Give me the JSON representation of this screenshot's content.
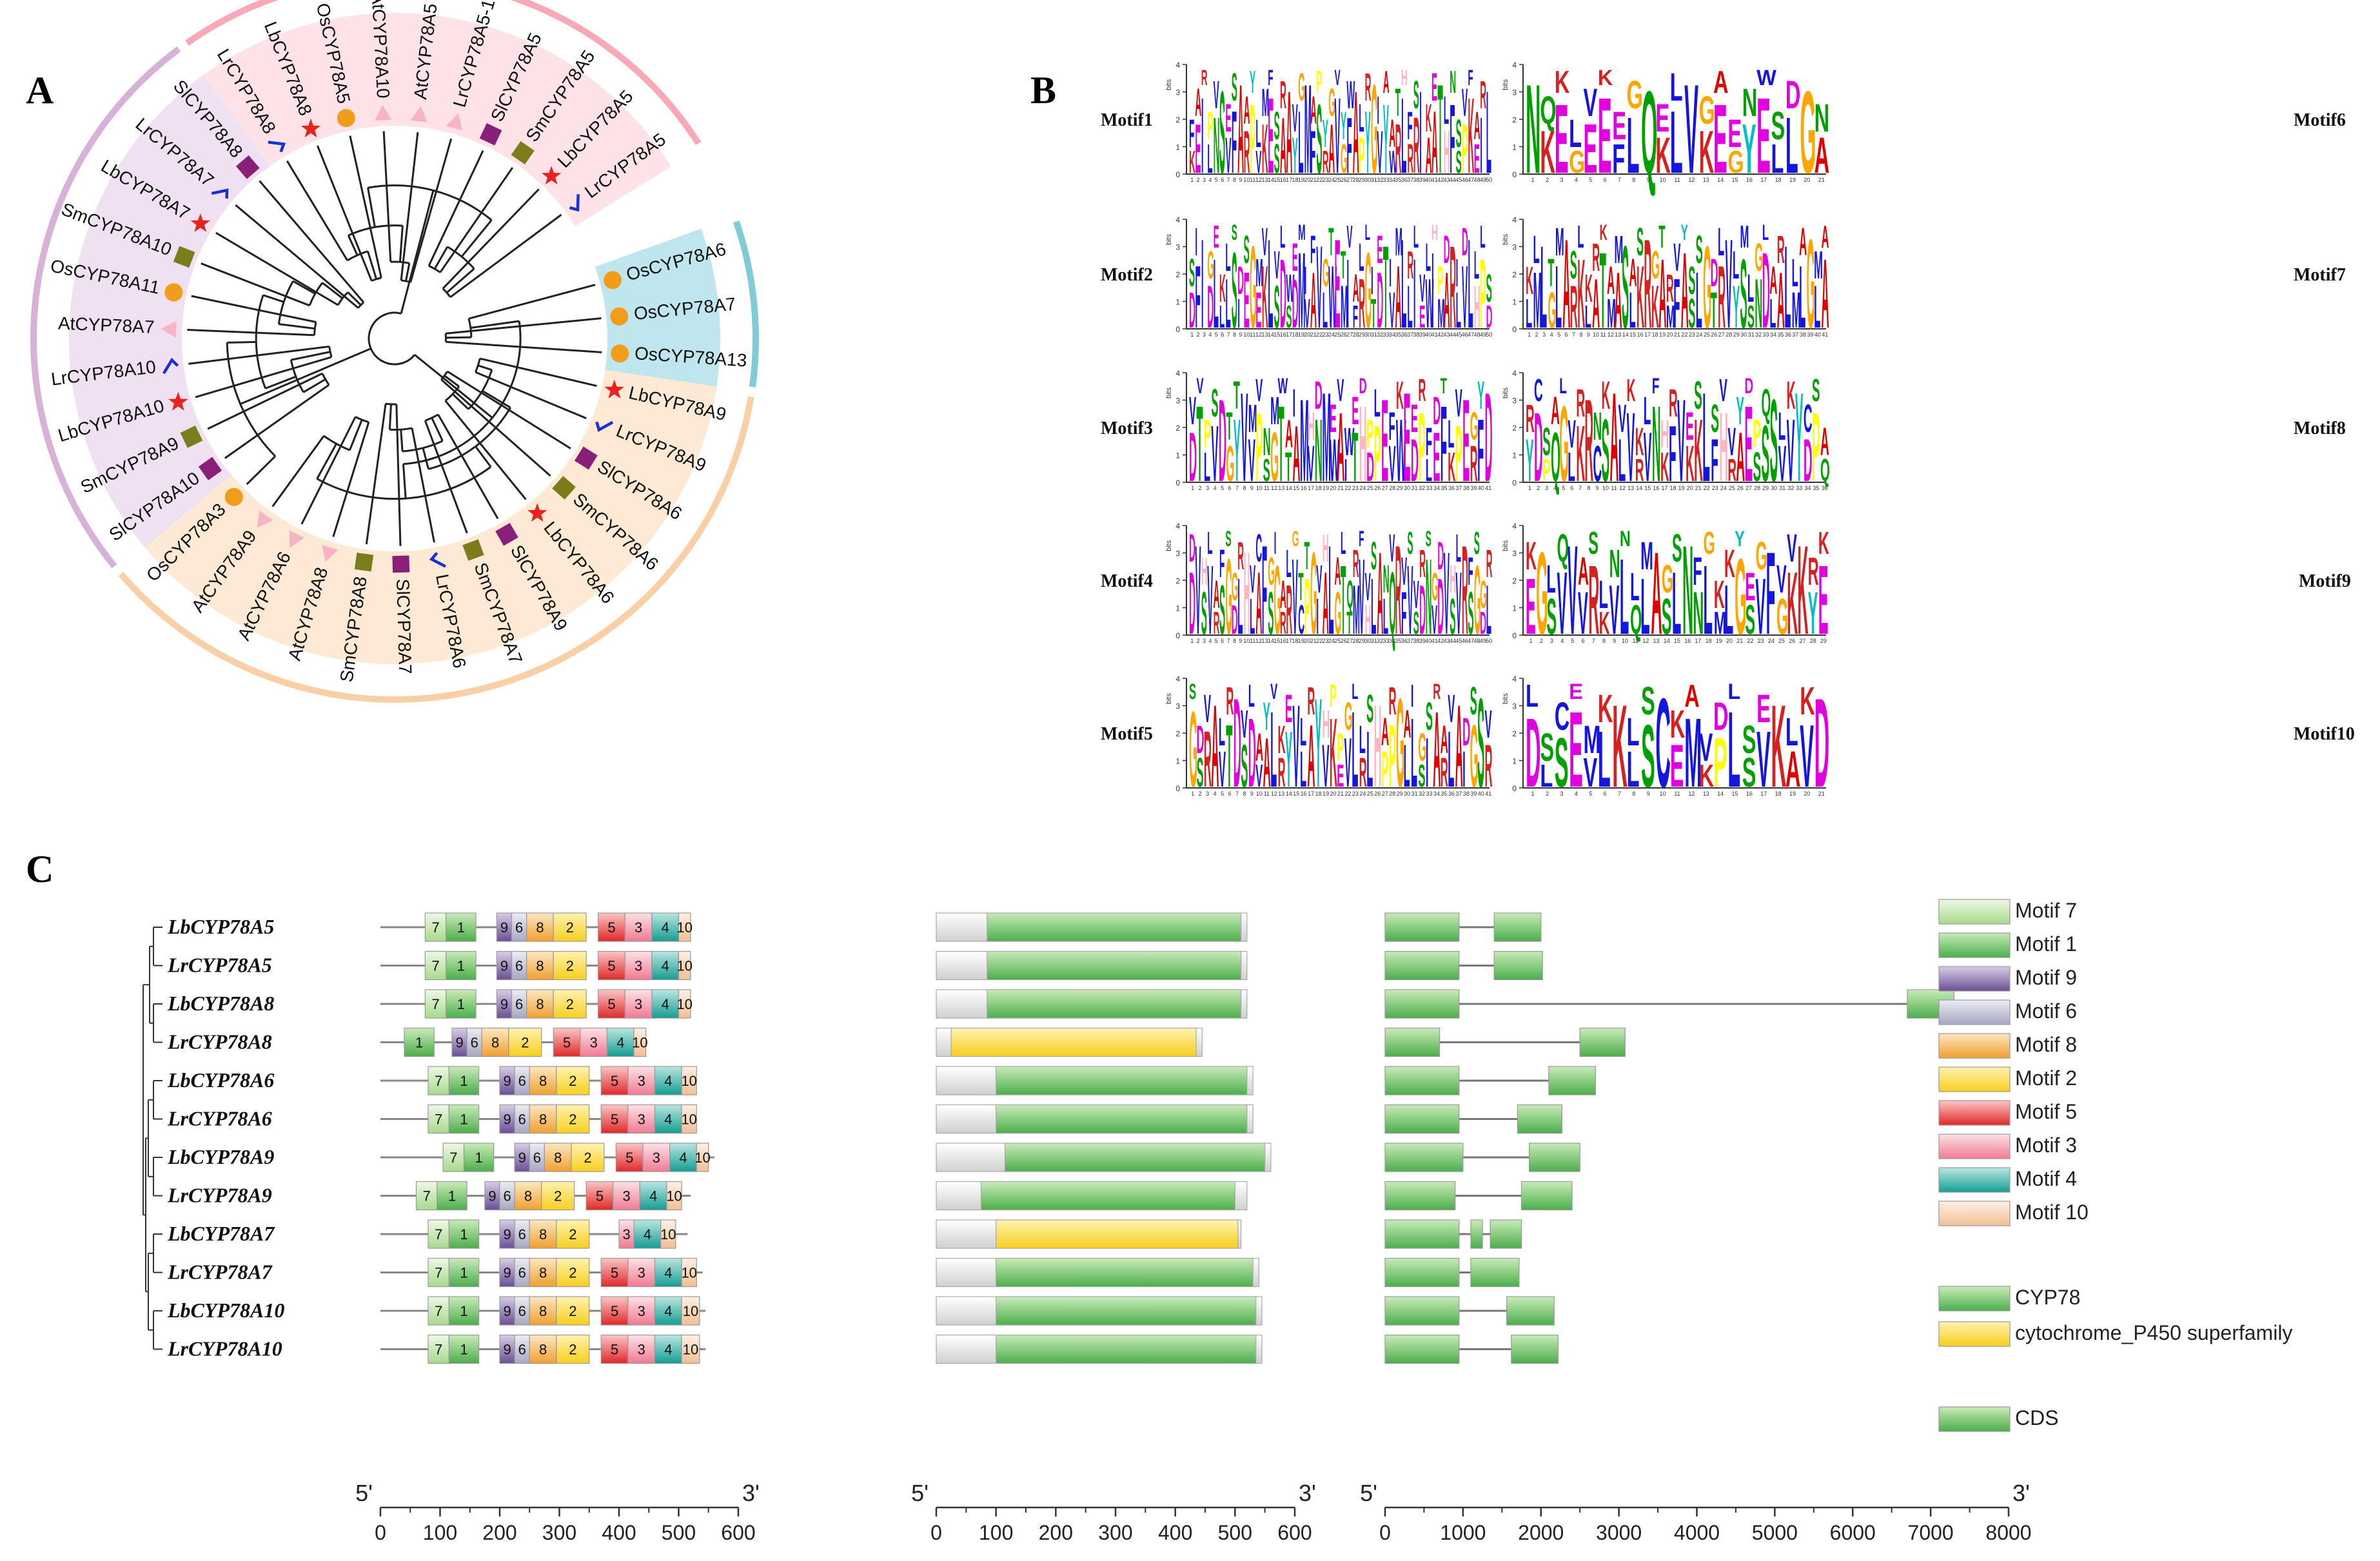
{
  "panels": {
    "a": "A",
    "b": "B",
    "c": "C"
  },
  "tree": {
    "leaves": [
      {
        "name": "OsCYP78A6",
        "marker": "circle",
        "sp": "Os"
      },
      {
        "name": "OsCYP78A7",
        "marker": "circle",
        "sp": "Os"
      },
      {
        "name": "OsCYP78A13",
        "marker": "circle",
        "sp": "Os"
      },
      {
        "name": "LbCYP78A9",
        "marker": "star",
        "sp": "Lb"
      },
      {
        "name": "LrCYP78A9",
        "marker": "check",
        "sp": "Lr"
      },
      {
        "name": "SlCYP78A6",
        "marker": "square",
        "sp": "Sl"
      },
      {
        "name": "SmCYP78A6",
        "marker": "squareolive",
        "sp": "Sm"
      },
      {
        "name": "LbCYP78A6",
        "marker": "star",
        "sp": "Lb"
      },
      {
        "name": "SlCYP78A9",
        "marker": "square",
        "sp": "Sl"
      },
      {
        "name": "SmCYP78A7",
        "marker": "squareolive",
        "sp": "Sm"
      },
      {
        "name": "LrCYP78A6",
        "marker": "check",
        "sp": "Lr"
      },
      {
        "name": "SlCYP78A7",
        "marker": "square",
        "sp": "Sl"
      },
      {
        "name": "SmCYP78A8",
        "marker": "squareolive",
        "sp": "Sm"
      },
      {
        "name": "AtCYP78A8",
        "marker": "triangle",
        "sp": "At"
      },
      {
        "name": "AtCYP78A6",
        "marker": "triangle",
        "sp": "At"
      },
      {
        "name": "AtCYP78A9",
        "marker": "triangle",
        "sp": "At"
      },
      {
        "name": "OsCYP78A3",
        "marker": "circle",
        "sp": "Os"
      },
      {
        "name": "SlCYP78A10",
        "marker": "square",
        "sp": "Sl"
      },
      {
        "name": "SmCYP78A9",
        "marker": "squareolive",
        "sp": "Sm"
      },
      {
        "name": "LbCYP78A10",
        "marker": "star",
        "sp": "Lb"
      },
      {
        "name": "LrCYP78A10",
        "marker": "check",
        "sp": "Lr"
      },
      {
        "name": "AtCYP78A7",
        "marker": "triangle",
        "sp": "At"
      },
      {
        "name": "OsCYP78A11",
        "marker": "circle",
        "sp": "Os"
      },
      {
        "name": "SmCYP78A10",
        "marker": "squareolive",
        "sp": "Sm"
      },
      {
        "name": "LbCYP78A7",
        "marker": "star",
        "sp": "Lb"
      },
      {
        "name": "LrCYP78A7",
        "marker": "check",
        "sp": "Lr"
      },
      {
        "name": "SlCYP78A8",
        "marker": "square",
        "sp": "Sl"
      },
      {
        "name": "LrCYP78A8",
        "marker": "check",
        "sp": "Lr"
      },
      {
        "name": "LbCYP78A8",
        "marker": "star",
        "sp": "Lb"
      },
      {
        "name": "OsCYP78A5",
        "marker": "circle",
        "sp": "Os"
      },
      {
        "name": "AtCYP78A10",
        "marker": "triangle",
        "sp": "At"
      },
      {
        "name": "AtCYP78A5",
        "marker": "triangle",
        "sp": "At"
      },
      {
        "name": "LrCYP78A5-1",
        "marker": "triangle",
        "sp": "Lr"
      },
      {
        "name": "SlCYP78A5",
        "marker": "square",
        "sp": "Sl"
      },
      {
        "name": "SmCYP78A5",
        "marker": "squareolive",
        "sp": "Sm"
      },
      {
        "name": "LbCYP78A5",
        "marker": "star",
        "sp": "Lb"
      },
      {
        "name": "LrCYP78A5",
        "marker": "check",
        "sp": "Lr"
      }
    ]
  },
  "motifs": [
    {
      "label": "Motif1",
      "seq": "KEIL NSVFA RPVKES AAYLMFSR AVGFAPYGV YWRLRR IAATHFSP",
      "len": 50
    },
    {
      "label": "Motif2",
      "seq": "DFIDLLL SIEGEKLSDSDMVA VLWEMIFRGTDT VALLIEWIMARLVLHP",
      "len": 50
    },
    {
      "label": "Motif3",
      "seq": "DTLVDGY VVPSGTT AMVNMWAI THDPEVWEDPLEFKPERF",
      "len": 41
    },
    {
      "label": "Motif4",
      "seq": "DVSVRSGDL HLAFSGRRVCPGIA LGTTMVHLALQRFVSDNV",
      "len": 50
    },
    {
      "label": "Motif5",
      "seq": "GSRAVTDSDVALRY VLAYVKEVLRLHPPG LLSIARLAI",
      "len": 41
    },
    {
      "label": "Motif6",
      "seq": "NKEGEEFLQKLVKEGYELLGAENWSDH",
      "len": 21
    },
    {
      "label": "Motif7",
      "seq": "LMLGLARKLATMASLKRKAMFASLGTRVYSSNDLA",
      "len": 41
    },
    {
      "label": "Motif8",
      "seq": "YDPQGLKRCSALVRVNKFVKKLFHRAESSSVV",
      "len": 36
    },
    {
      "label": "Motif9",
      "seq": "EGSVVVRKVLQLASLNNLMLGSVFGKKY",
      "len": 29
    },
    {
      "label": "Motif10",
      "seq": "DLSEVLKLSCEMKPLSVKAV",
      "len": 21
    }
  ],
  "genes": [
    {
      "name": "LbCYP78A5"
    },
    {
      "name": "LrCYP78A5"
    },
    {
      "name": "LbCYP78A8"
    },
    {
      "name": "LrCYP78A8"
    },
    {
      "name": "LbCYP78A6"
    },
    {
      "name": "LrCYP78A6"
    },
    {
      "name": "LbCYP78A9"
    },
    {
      "name": "LrCYP78A9"
    },
    {
      "name": "LbCYP78A7"
    },
    {
      "name": "LrCYP78A7"
    },
    {
      "name": "LbCYP78A10"
    },
    {
      "name": "LrCYP78A10"
    }
  ],
  "motif_rows": [
    {
      "len": 520,
      "m": [
        [
          75,
          110,
          "7"
        ],
        [
          110,
          160,
          "1"
        ],
        [
          195,
          220,
          "9"
        ],
        [
          220,
          245,
          "6"
        ],
        [
          245,
          290,
          "8"
        ],
        [
          290,
          345,
          "2"
        ],
        [
          365,
          410,
          "5"
        ],
        [
          410,
          455,
          "3"
        ],
        [
          455,
          500,
          "4"
        ],
        [
          500,
          520,
          "10"
        ]
      ]
    },
    {
      "len": 520,
      "m": [
        [
          75,
          110,
          "7"
        ],
        [
          110,
          160,
          "1"
        ],
        [
          195,
          220,
          "9"
        ],
        [
          220,
          245,
          "6"
        ],
        [
          245,
          290,
          "8"
        ],
        [
          290,
          345,
          "2"
        ],
        [
          365,
          410,
          "5"
        ],
        [
          410,
          455,
          "3"
        ],
        [
          455,
          500,
          "4"
        ],
        [
          500,
          520,
          "10"
        ]
      ]
    },
    {
      "len": 520,
      "m": [
        [
          75,
          110,
          "7"
        ],
        [
          110,
          160,
          "1"
        ],
        [
          195,
          220,
          "9"
        ],
        [
          220,
          245,
          "6"
        ],
        [
          245,
          290,
          "8"
        ],
        [
          290,
          345,
          "2"
        ],
        [
          365,
          410,
          "5"
        ],
        [
          410,
          455,
          "3"
        ],
        [
          455,
          500,
          "4"
        ],
        [
          500,
          520,
          "10"
        ]
      ]
    },
    {
      "len": 445,
      "m": [
        [
          40,
          90,
          "1"
        ],
        [
          120,
          145,
          "9"
        ],
        [
          145,
          170,
          "6"
        ],
        [
          170,
          215,
          "8"
        ],
        [
          215,
          270,
          "2"
        ],
        [
          290,
          335,
          "5"
        ],
        [
          335,
          380,
          "3"
        ],
        [
          380,
          425,
          "4"
        ],
        [
          425,
          445,
          "10"
        ]
      ]
    },
    {
      "len": 530,
      "m": [
        [
          80,
          115,
          "7"
        ],
        [
          115,
          165,
          "1"
        ],
        [
          200,
          225,
          "9"
        ],
        [
          225,
          250,
          "6"
        ],
        [
          250,
          295,
          "8"
        ],
        [
          295,
          350,
          "2"
        ],
        [
          370,
          415,
          "5"
        ],
        [
          415,
          460,
          "3"
        ],
        [
          460,
          505,
          "4"
        ],
        [
          505,
          530,
          "10"
        ]
      ]
    },
    {
      "len": 530,
      "m": [
        [
          80,
          115,
          "7"
        ],
        [
          115,
          165,
          "1"
        ],
        [
          200,
          225,
          "9"
        ],
        [
          225,
          250,
          "6"
        ],
        [
          250,
          295,
          "8"
        ],
        [
          295,
          350,
          "2"
        ],
        [
          370,
          415,
          "5"
        ],
        [
          415,
          460,
          "3"
        ],
        [
          460,
          505,
          "4"
        ],
        [
          505,
          530,
          "10"
        ]
      ]
    },
    {
      "len": 560,
      "m": [
        [
          105,
          140,
          "7"
        ],
        [
          140,
          190,
          "1"
        ],
        [
          225,
          250,
          "9"
        ],
        [
          250,
          275,
          "6"
        ],
        [
          275,
          320,
          "8"
        ],
        [
          320,
          375,
          "2"
        ],
        [
          395,
          440,
          "5"
        ],
        [
          440,
          485,
          "3"
        ],
        [
          485,
          530,
          "4"
        ],
        [
          530,
          550,
          "10"
        ]
      ]
    },
    {
      "len": 520,
      "m": [
        [
          60,
          95,
          "7"
        ],
        [
          95,
          145,
          "1"
        ],
        [
          175,
          200,
          "9"
        ],
        [
          200,
          225,
          "6"
        ],
        [
          225,
          270,
          "8"
        ],
        [
          270,
          325,
          "2"
        ],
        [
          345,
          390,
          "5"
        ],
        [
          390,
          435,
          "3"
        ],
        [
          435,
          480,
          "4"
        ],
        [
          480,
          505,
          "10"
        ]
      ]
    },
    {
      "len": 515,
      "m": [
        [
          80,
          115,
          "7"
        ],
        [
          115,
          165,
          "1"
        ],
        [
          200,
          225,
          "9"
        ],
        [
          225,
          250,
          "6"
        ],
        [
          250,
          295,
          "8"
        ],
        [
          295,
          350,
          "2"
        ],
        [
          400,
          425,
          "3"
        ],
        [
          425,
          470,
          "4"
        ],
        [
          470,
          495,
          "10"
        ]
      ]
    },
    {
      "len": 540,
      "m": [
        [
          80,
          115,
          "7"
        ],
        [
          115,
          165,
          "1"
        ],
        [
          200,
          225,
          "9"
        ],
        [
          225,
          250,
          "6"
        ],
        [
          250,
          295,
          "8"
        ],
        [
          295,
          350,
          "2"
        ],
        [
          370,
          415,
          "5"
        ],
        [
          415,
          460,
          "3"
        ],
        [
          460,
          505,
          "4"
        ],
        [
          505,
          530,
          "10"
        ]
      ]
    },
    {
      "len": 545,
      "m": [
        [
          80,
          115,
          "7"
        ],
        [
          115,
          165,
          "1"
        ],
        [
          200,
          225,
          "9"
        ],
        [
          225,
          250,
          "6"
        ],
        [
          250,
          295,
          "8"
        ],
        [
          295,
          350,
          "2"
        ],
        [
          370,
          415,
          "5"
        ],
        [
          415,
          460,
          "3"
        ],
        [
          460,
          505,
          "4"
        ],
        [
          505,
          535,
          "10"
        ]
      ]
    },
    {
      "len": 545,
      "m": [
        [
          80,
          115,
          "7"
        ],
        [
          115,
          165,
          "1"
        ],
        [
          200,
          225,
          "9"
        ],
        [
          225,
          250,
          "6"
        ],
        [
          250,
          295,
          "8"
        ],
        [
          295,
          350,
          "2"
        ],
        [
          370,
          415,
          "5"
        ],
        [
          415,
          460,
          "3"
        ],
        [
          460,
          505,
          "4"
        ],
        [
          505,
          535,
          "10"
        ]
      ]
    }
  ],
  "domain_rows": [
    {
      "len": 520,
      "dom": [
        85,
        510
      ],
      "type": "green"
    },
    {
      "len": 520,
      "dom": [
        85,
        510
      ],
      "type": "green"
    },
    {
      "len": 520,
      "dom": [
        85,
        510
      ],
      "type": "green"
    },
    {
      "len": 445,
      "dom": [
        25,
        435
      ],
      "type": "yellow"
    },
    {
      "len": 530,
      "dom": [
        100,
        520
      ],
      "type": "green"
    },
    {
      "len": 530,
      "dom": [
        100,
        520
      ],
      "type": "green"
    },
    {
      "len": 560,
      "dom": [
        115,
        550
      ],
      "type": "green"
    },
    {
      "len": 520,
      "dom": [
        75,
        500
      ],
      "type": "green"
    },
    {
      "len": 510,
      "dom": [
        100,
        505
      ],
      "type": "yellow"
    },
    {
      "len": 540,
      "dom": [
        100,
        530
      ],
      "type": "green"
    },
    {
      "len": 545,
      "dom": [
        100,
        535
      ],
      "type": "green"
    },
    {
      "len": 545,
      "dom": [
        100,
        535
      ],
      "type": "green"
    }
  ],
  "gene_rows": [
    {
      "len": 2000,
      "exons": [
        [
          0,
          950
        ],
        [
          1400,
          2000
        ]
      ]
    },
    {
      "len": 2020,
      "exons": [
        [
          0,
          950
        ],
        [
          1400,
          2020
        ]
      ]
    },
    {
      "len": 7300,
      "exons": [
        [
          0,
          950
        ],
        [
          6700,
          7300
        ]
      ]
    },
    {
      "len": 3080,
      "exons": [
        [
          0,
          700
        ],
        [
          2500,
          3080
        ]
      ]
    },
    {
      "len": 2700,
      "exons": [
        [
          0,
          950
        ],
        [
          2100,
          2700
        ]
      ]
    },
    {
      "len": 2270,
      "exons": [
        [
          0,
          950
        ],
        [
          1700,
          2270
        ]
      ]
    },
    {
      "len": 2500,
      "exons": [
        [
          0,
          1000
        ],
        [
          1850,
          2500
        ]
      ]
    },
    {
      "len": 2400,
      "exons": [
        [
          0,
          900
        ],
        [
          1750,
          2400
        ]
      ]
    },
    {
      "len": 1750,
      "exons": [
        [
          0,
          950
        ],
        [
          1100,
          1250
        ],
        [
          1350,
          1750
        ]
      ]
    },
    {
      "len": 1720,
      "exons": [
        [
          0,
          950
        ],
        [
          1100,
          1720
        ]
      ]
    },
    {
      "len": 2170,
      "exons": [
        [
          0,
          950
        ],
        [
          1560,
          2170
        ]
      ]
    },
    {
      "len": 2220,
      "exons": [
        [
          0,
          950
        ],
        [
          1620,
          2220
        ]
      ]
    }
  ],
  "motif_colors": {
    "7": [
      "#eef8e6",
      "#a8d98c"
    ],
    "1": [
      "#c9ebb8",
      "#4cae4c"
    ],
    "9": [
      "#d7cde6",
      "#6a4f95"
    ],
    "6": [
      "#ececf4",
      "#a7a7c2"
    ],
    "8": [
      "#fde7c2",
      "#f0a030"
    ],
    "2": [
      "#fff2b0",
      "#f7cf1e"
    ],
    "5": [
      "#fbc5c5",
      "#e02828"
    ],
    "3": [
      "#fde1e6",
      "#f07a92"
    ],
    "4": [
      "#b9e6e1",
      "#159d93"
    ],
    "10": [
      "#fdf0e4",
      "#f1bf95"
    ]
  },
  "legend": {
    "items": [
      {
        "label": "Motif 7",
        "key": "7"
      },
      {
        "label": "Motif 1",
        "key": "1"
      },
      {
        "label": "Motif 9",
        "key": "9"
      },
      {
        "label": "Motif 6",
        "key": "6"
      },
      {
        "label": "Motif 8",
        "key": "8"
      },
      {
        "label": "Motif 2",
        "key": "2"
      },
      {
        "label": "Motif 5",
        "key": "5"
      },
      {
        "label": "Motif 3",
        "key": "3"
      },
      {
        "label": "Motif 4",
        "key": "4"
      },
      {
        "label": "Motif 10",
        "key": "10"
      }
    ],
    "cyp78": "CYP78",
    "p450": "cytochrome_P450 superfamily",
    "cds": "CDS"
  },
  "axes": [
    {
      "start": "5'",
      "end": "3'",
      "ticks": [
        "0",
        "100",
        "200",
        "300",
        "400",
        "500",
        "600"
      ],
      "max": 600
    },
    {
      "start": "5'",
      "end": "3'",
      "ticks": [
        "0",
        "100",
        "200",
        "300",
        "400",
        "500",
        "600"
      ],
      "max": 600
    },
    {
      "start": "5'",
      "end": "3'",
      "ticks": [
        "0",
        "1000",
        "2000",
        "3000",
        "4000",
        "5000",
        "6000",
        "7000",
        "8000"
      ],
      "max": 8000
    }
  ],
  "colors": {
    "clade_pink": "#fde3e8",
    "clade_pink_arc": "#f7a9b8",
    "clade_purple": "#efe1f1",
    "clade_purple_arc": "#d8b1d8",
    "clade_orange": "#fde9d4",
    "clade_orange_arc": "#f9cfa6",
    "clade_cyan": "#bfe6ee",
    "clade_cyan_arc": "#7fcbd8",
    "green": "#4cae4c",
    "green_light": "#c9ebb8",
    "yellow": "#f7cf1e",
    "yellow_light": "#fff2b0"
  }
}
